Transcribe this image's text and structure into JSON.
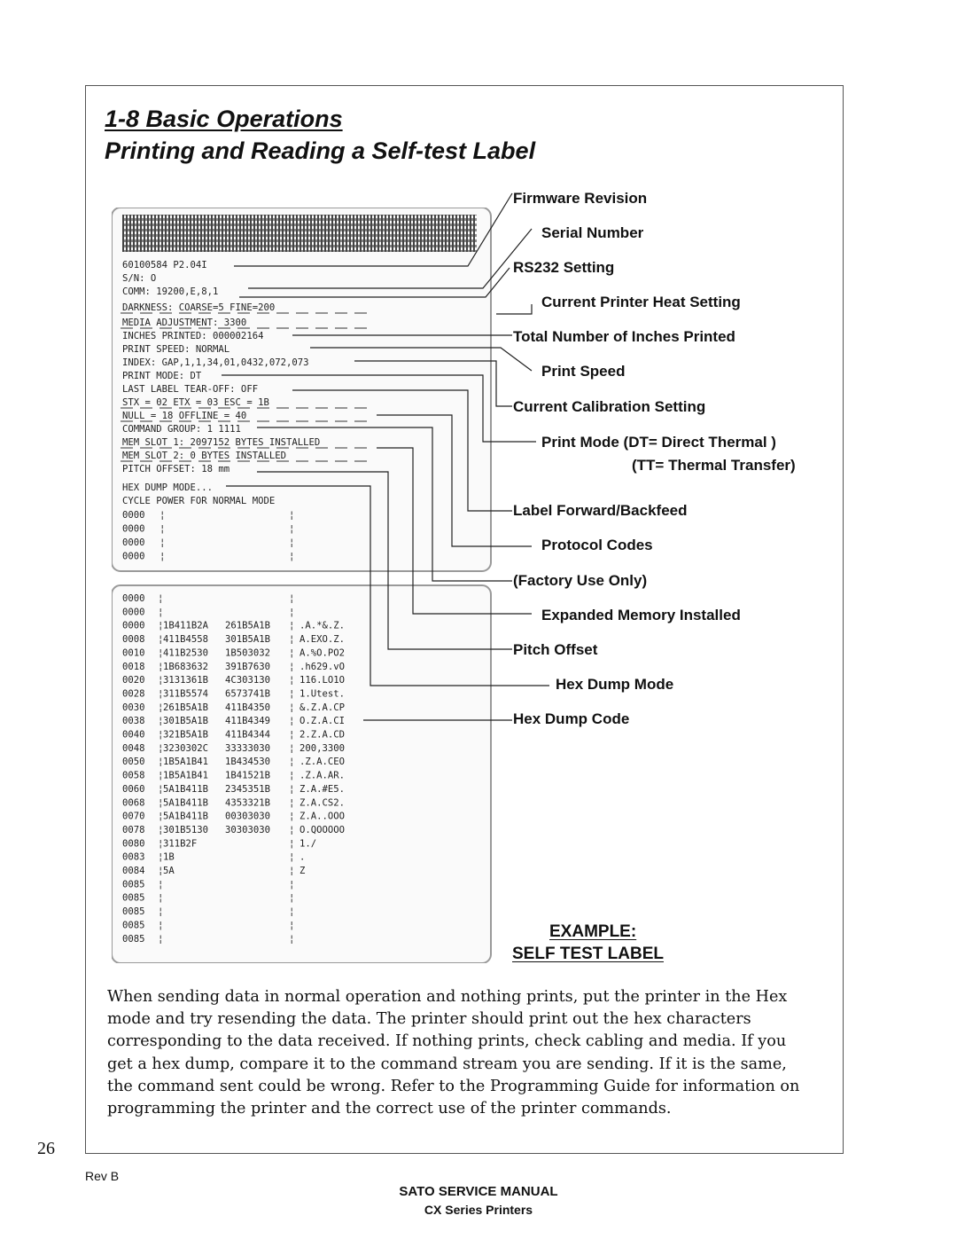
{
  "header": {
    "section_title": "1-8 Basic Operations",
    "page_title": "Printing and Reading a Self-test Label"
  },
  "self_test_label": {
    "status_lines": [
      "60100584   P2.04I",
      "S/N: O",
      "COMM:  19200,E,8,1",
      "DARKNESS: COARSE=5 FINE=200",
      "MEDIA ADJUSTMENT:  3300",
      "INCHES PRINTED:  000002164",
      "PRINT SPEED:  NORMAL",
      "INDEX: GAP,1,1,34,01,0432,072,073",
      "PRINT MODE:  DT",
      "LAST LABEL  TEAR-OFF:  OFF",
      "STX = 02   ETX = 03   ESC = 1B",
      "NULL = 18   OFFLINE = 40",
      "COMMAND GROUP:  1 1111",
      "MEM SLOT 1:  2097152 BYTES INSTALLED",
      "MEM SLOT 2:  0 BYTES INSTALLED",
      "PITCH OFFSET:  18 mm",
      "HEX DUMP MODE...",
      "CYCLE POWER FOR NORMAL MODE"
    ],
    "hex_rows_top": [
      "0000",
      "0000",
      "0000",
      "0000"
    ],
    "hex_rows": [
      {
        "addr": "0000",
        "hex1": "",
        "hex2": "",
        "ascii": ""
      },
      {
        "addr": "0000",
        "hex1": "",
        "hex2": "",
        "ascii": ""
      },
      {
        "addr": "0000",
        "hex1": "1B411B2A",
        "hex2": "261B5A1B",
        "ascii": ".A.*&.Z."
      },
      {
        "addr": "0008",
        "hex1": "411B4558",
        "hex2": "301B5A1B",
        "ascii": "A.EXO.Z."
      },
      {
        "addr": "0010",
        "hex1": "411B2530",
        "hex2": "1B503032",
        "ascii": "A.%O.PO2"
      },
      {
        "addr": "0018",
        "hex1": "1B683632",
        "hex2": "391B7630",
        "ascii": ".h629.vO"
      },
      {
        "addr": "0020",
        "hex1": "3131361B",
        "hex2": "4C303130",
        "ascii": "116.LO1O"
      },
      {
        "addr": "0028",
        "hex1": "311B5574",
        "hex2": "6573741B",
        "ascii": "1.Utest."
      },
      {
        "addr": "0030",
        "hex1": "261B5A1B",
        "hex2": "411B4350",
        "ascii": "&.Z.A.CP"
      },
      {
        "addr": "0038",
        "hex1": "301B5A1B",
        "hex2": "411B4349",
        "ascii": "O.Z.A.CI"
      },
      {
        "addr": "0040",
        "hex1": "321B5A1B",
        "hex2": "411B4344",
        "ascii": "2.Z.A.CD"
      },
      {
        "addr": "0048",
        "hex1": "3230302C",
        "hex2": "33333030",
        "ascii": "200,3300"
      },
      {
        "addr": "0050",
        "hex1": "1B5A1B41",
        "hex2": "1B434530",
        "ascii": ".Z.A.CEO"
      },
      {
        "addr": "0058",
        "hex1": "1B5A1B41",
        "hex2": "1B41521B",
        "ascii": ".Z.A.AR."
      },
      {
        "addr": "0060",
        "hex1": "5A1B411B",
        "hex2": "2345351B",
        "ascii": "Z.A.#E5."
      },
      {
        "addr": "0068",
        "hex1": "5A1B411B",
        "hex2": "4353321B",
        "ascii": "Z.A.CS2."
      },
      {
        "addr": "0070",
        "hex1": "5A1B411B",
        "hex2": "00303030",
        "ascii": "Z.A..OOO"
      },
      {
        "addr": "0078",
        "hex1": "301B5130",
        "hex2": "30303030",
        "ascii": "O.QOOOOO"
      },
      {
        "addr": "0080",
        "hex1": "311B2F",
        "hex2": "",
        "ascii": "1./"
      },
      {
        "addr": "0083",
        "hex1": "1B",
        "hex2": "",
        "ascii": "."
      },
      {
        "addr": "0084",
        "hex1": "5A",
        "hex2": "",
        "ascii": "Z"
      },
      {
        "addr": "0085",
        "hex1": "",
        "hex2": "",
        "ascii": ""
      },
      {
        "addr": "0085",
        "hex1": "",
        "hex2": "",
        "ascii": ""
      },
      {
        "addr": "0085",
        "hex1": "",
        "hex2": "",
        "ascii": ""
      },
      {
        "addr": "0085",
        "hex1": "",
        "hex2": "",
        "ascii": ""
      },
      {
        "addr": "0085",
        "hex1": "",
        "hex2": "",
        "ascii": ""
      }
    ]
  },
  "callouts": {
    "firmware": "Firmware Revision",
    "serial": "Serial Number",
    "rs232": "RS232 Setting",
    "heat": "Current Printer Heat Setting",
    "inches": "Total Number of Inches Printed",
    "speed": "Print Speed",
    "calibration": "Current Calibration  Setting",
    "print_mode": "Print Mode (DT= Direct Thermal )",
    "print_mode_tt": "(TT= Thermal Transfer)",
    "forward": "Label Forward/Backfeed",
    "protocol": "Protocol Codes",
    "factory": "(Factory Use Only)",
    "memory": "Expanded Memory Installed",
    "pitch": "Pitch Offset",
    "hex_mode": "Hex Dump Mode",
    "hex_code": "Hex Dump Code"
  },
  "example": {
    "line1": "EXAMPLE:",
    "line2": "SELF TEST LABEL"
  },
  "body_text": "When sending data in normal operation and nothing prints, put the printer in the Hex mode and try resending the data.  The printer should print out the hex characters corresponding to the data received. If nothing prints, check cabling and media.  If you get a hex dump, compare it to the command stream you are sending.  If it is the same, the command sent could be wrong.   Refer to the Programming Guide for information on programming the printer and the correct use of the printer commands.",
  "footer": {
    "page_number": "26",
    "revision": "Rev B",
    "manual": "SATO SERVICE MANUAL",
    "series": "CX Series Printers"
  }
}
